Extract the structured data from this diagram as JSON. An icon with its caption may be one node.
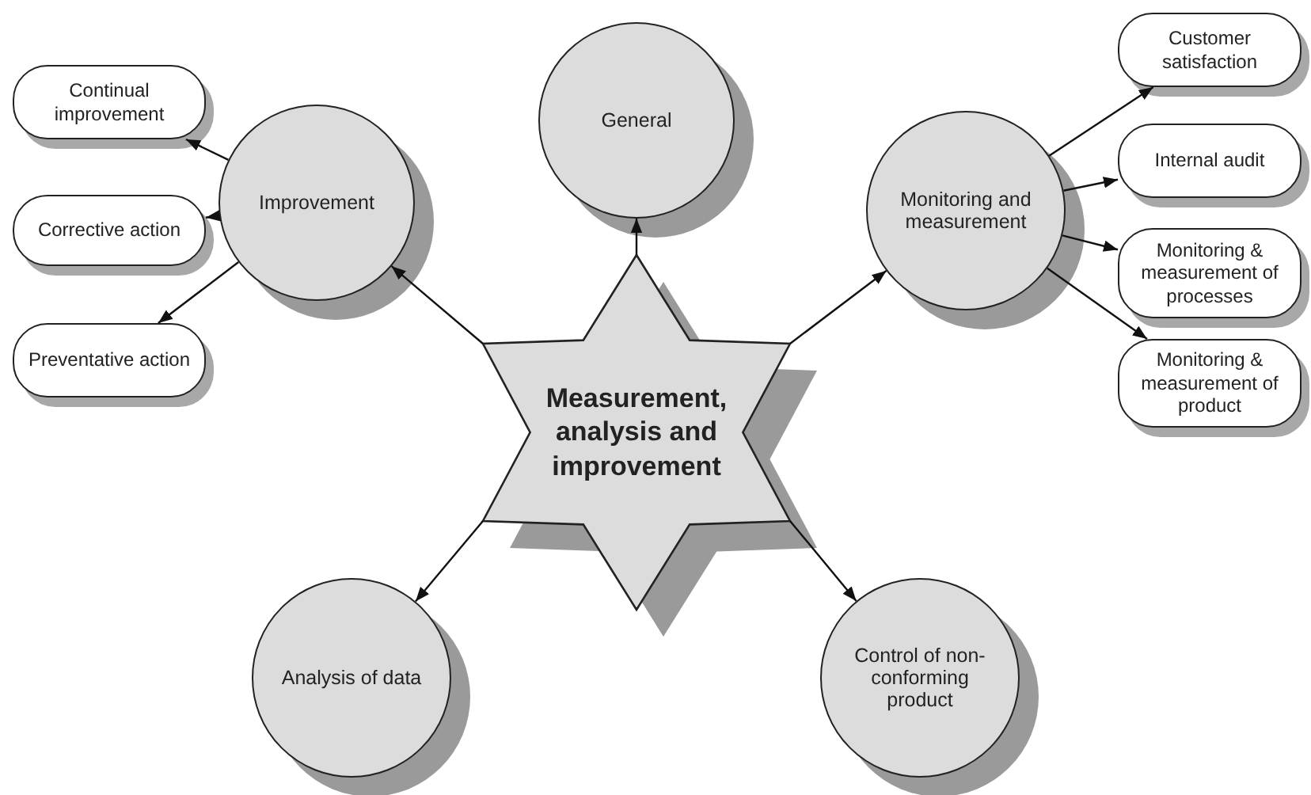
{
  "diagram": {
    "nodes": [
      {
        "text": [
          "General"
        ]
      },
      {
        "text": [
          "Continual improvement"
        ]
      },
      {
        "text": [
          "Improvement"
        ]
      },
      {
        "text": [
          "Customer satisfaction"
        ]
      },
      {
        "text": [
          "Monitoring and measurement"
        ]
      },
      {
        "text": [
          "Internal audit"
        ]
      },
      {
        "text": [
          "Corrective action"
        ]
      },
      {
        "text": [
          "Monitoring & measurement of processes"
        ]
      },
      {
        "text": [
          "Preventative action"
        ]
      },
      {
        "text": [
          "Monitoring & measurement of product"
        ]
      },
      {
        "text": [
          "Measurement, analysis and improvement"
        ]
      },
      {
        "text": [
          "Analysis of data"
        ]
      },
      {
        "text": [
          "Control of non-conforming product"
        ]
      }
    ],
    "edges": [
      {
        "from": 10,
        "to": 0,
        "arrow": "to"
      },
      {
        "from": 10,
        "to": 2,
        "arrow": "to"
      },
      {
        "from": 10,
        "to": 4,
        "arrow": "to"
      },
      {
        "from": 10,
        "to": 11,
        "arrow": "to"
      },
      {
        "from": 10,
        "to": 12,
        "arrow": "to"
      },
      {
        "from": 2,
        "to": 1,
        "arrow": "to"
      },
      {
        "from": 2,
        "to": 6,
        "arrow": "to"
      },
      {
        "from": 2,
        "to": 8,
        "arrow": "to"
      },
      {
        "from": 4,
        "to": 3,
        "arrow": "to"
      },
      {
        "from": 4,
        "to": 5,
        "arrow": "to"
      },
      {
        "from": 4,
        "to": 7,
        "arrow": "to"
      },
      {
        "from": 4,
        "to": 9,
        "arrow": "to"
      }
    ]
  }
}
